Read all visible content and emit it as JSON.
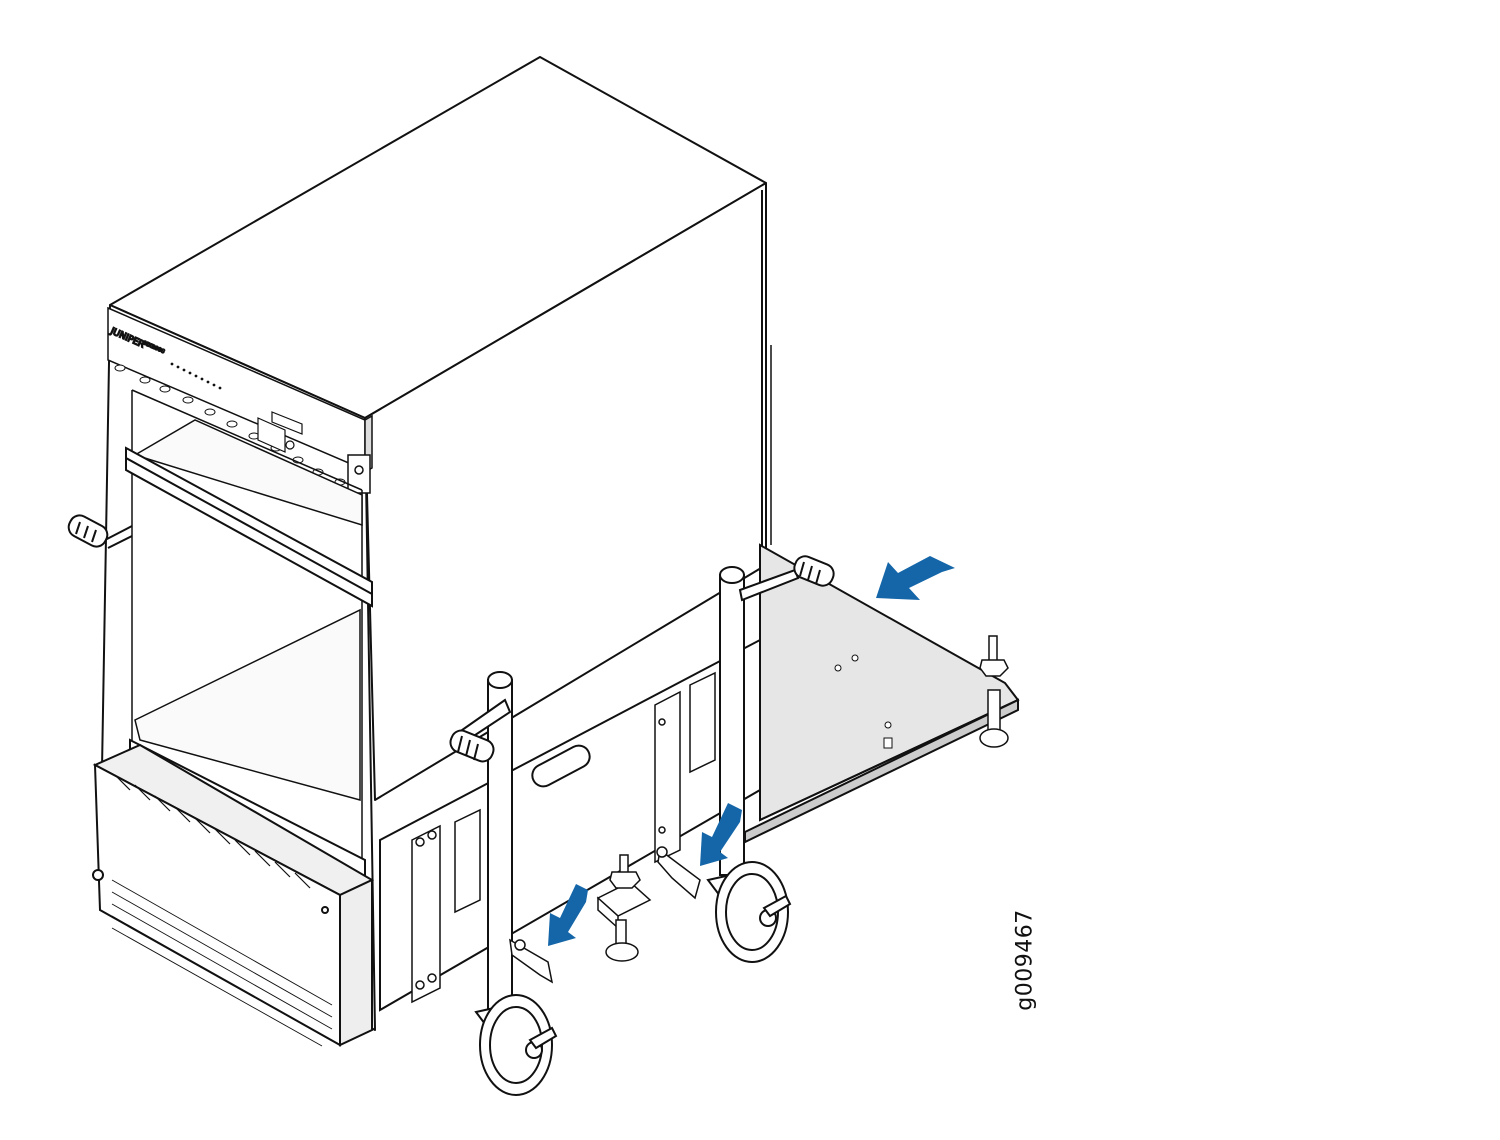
{
  "figure": {
    "id_label": "g009467",
    "brand": "JUNIPER",
    "model": "MX2008",
    "colors": {
      "arrow": "#1466a8",
      "outline": "#111111",
      "panel_fill": "#e6e6e6",
      "light_fill": "#f4f4f4"
    },
    "icons": [
      "direction-arrow-icon",
      "caster-wheel-icon",
      "leveling-foot-icon",
      "handle-icon"
    ]
  }
}
